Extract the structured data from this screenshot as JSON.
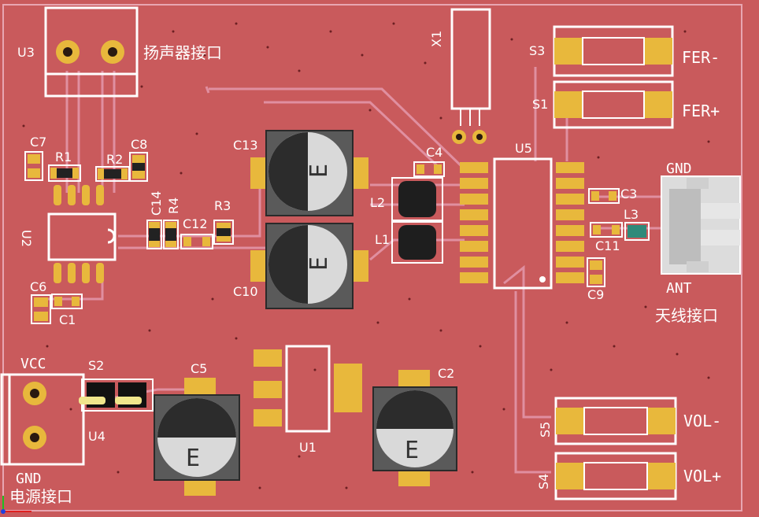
{
  "board": {
    "background_color": "#c95a5c",
    "trace_color": "#e08fa0",
    "pad_color": "#e8b83c",
    "silk_color": "#ffffff"
  },
  "labels": {
    "speaker_port": "扬声器接口",
    "power_port": "电源接口",
    "antenna_port": "天线接口",
    "fer_minus": "FER-",
    "fer_plus": "FER+",
    "vol_minus": "VOL-",
    "vol_plus": "VOL+",
    "gnd_top": "GND",
    "ant": "ANT",
    "vcc": "VCC",
    "gnd_bottom": "GND"
  },
  "designators": {
    "U1": "U1",
    "U2": "U2",
    "U3": "U3",
    "U4": "U4",
    "U5": "U5",
    "X1": "X1",
    "S1": "S1",
    "S2": "S2",
    "S3": "S3",
    "S4": "S4",
    "S5": "S5",
    "C1": "C1",
    "C2": "C2",
    "C3": "C3",
    "C4": "C4",
    "C5": "C5",
    "C6": "C6",
    "C7": "C7",
    "C8": "C8",
    "C9": "C9",
    "C10": "C10",
    "C11": "C11",
    "C12": "C12",
    "C13": "C13",
    "C14": "C14",
    "R1": "R1",
    "R2": "R2",
    "R3": "R3",
    "R4": "R4",
    "L1": "L1",
    "L2": "L2",
    "L3": "L3"
  },
  "capacitor_marking": "E"
}
